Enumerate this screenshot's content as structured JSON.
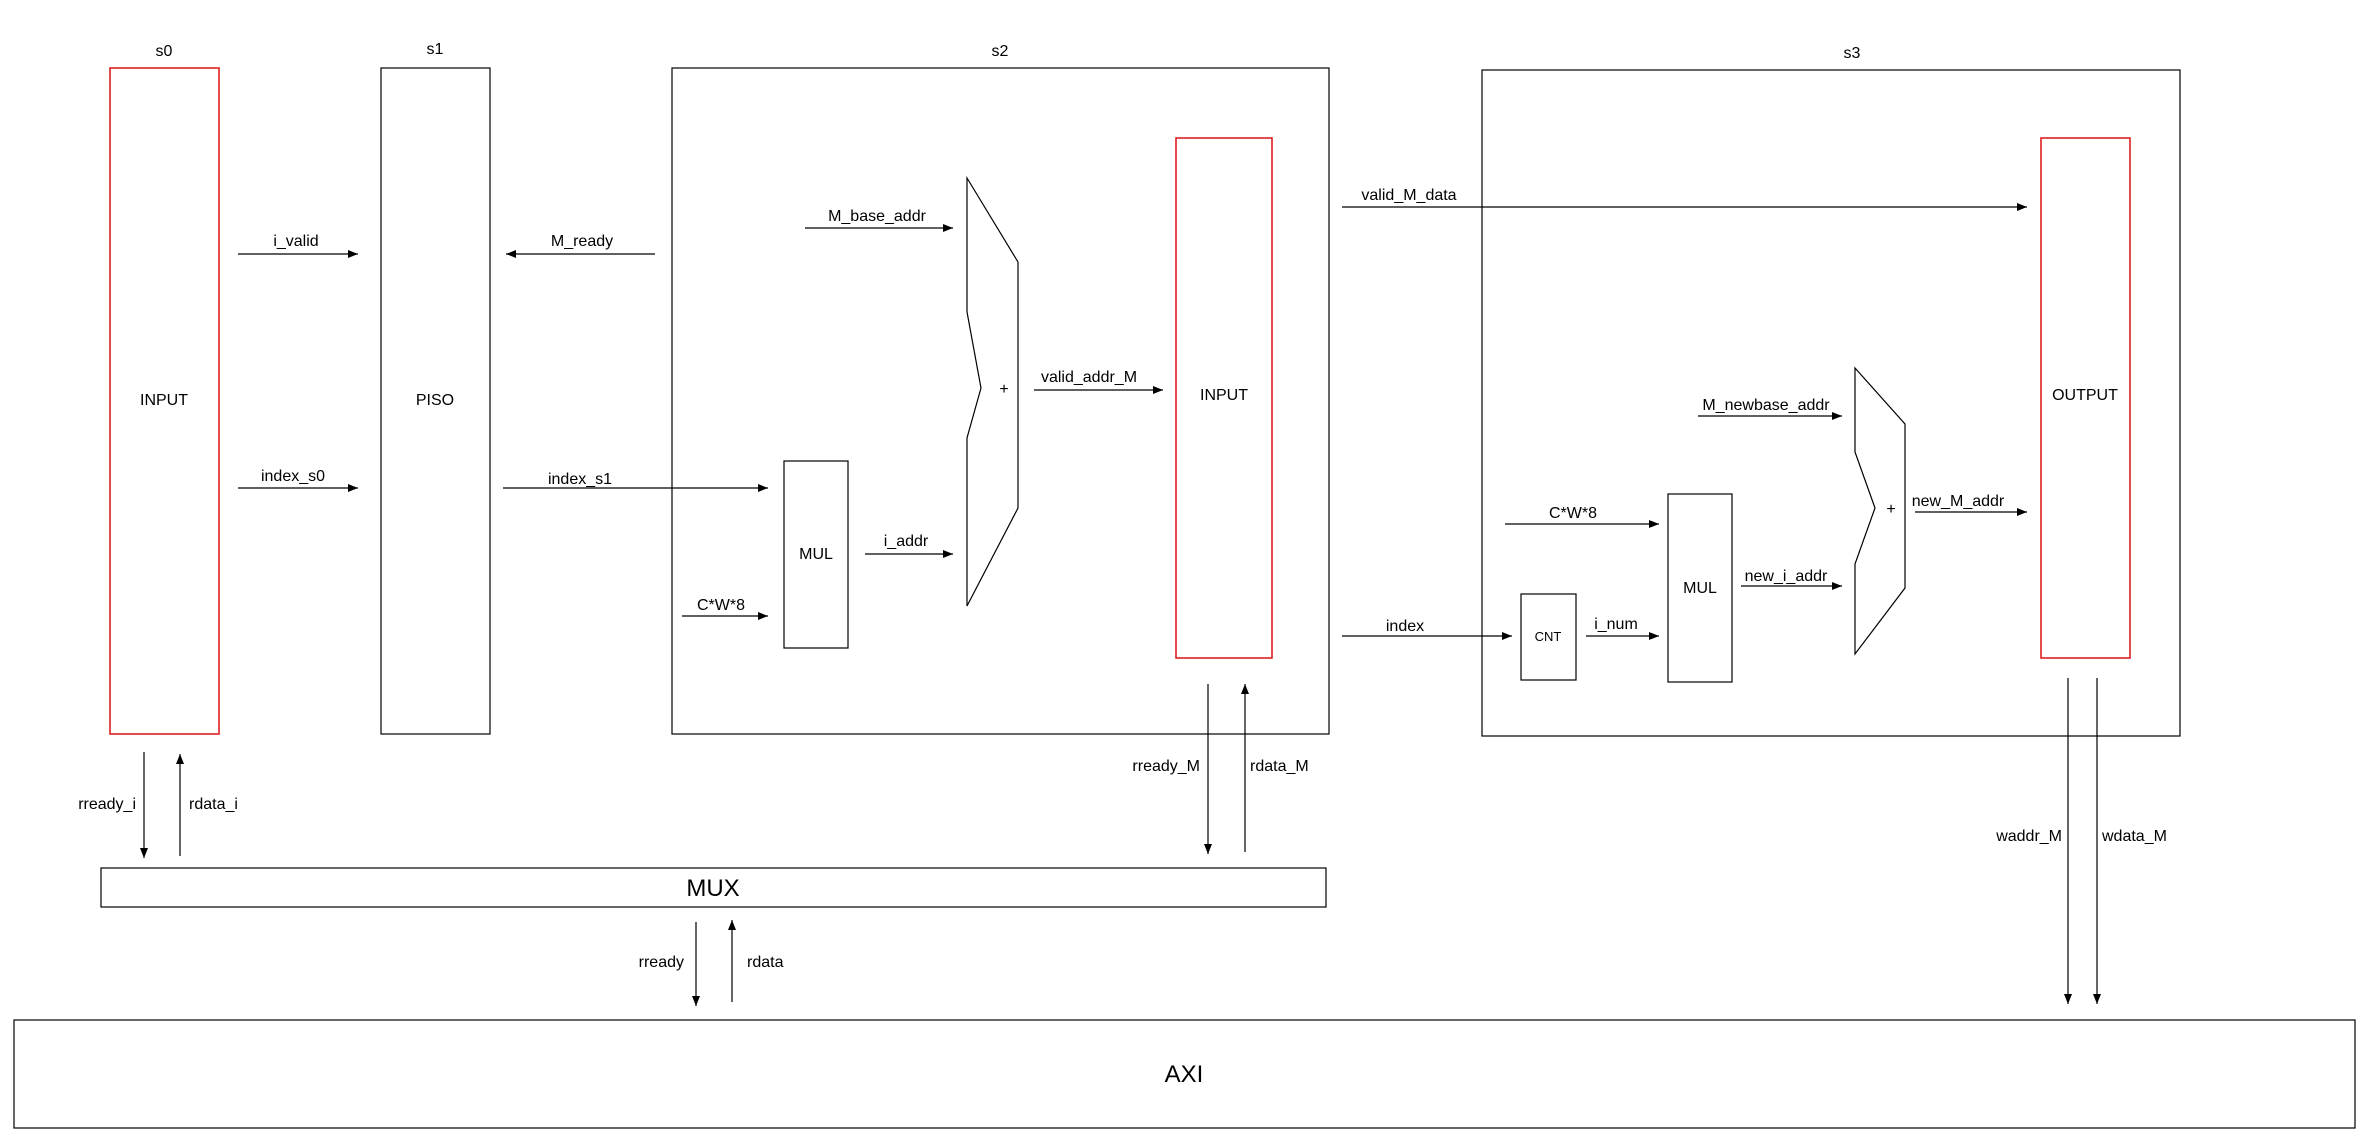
{
  "stages": {
    "s0": "s0",
    "s1": "s1",
    "s2": "s2",
    "s3": "s3"
  },
  "blocks": {
    "s0_input": "INPUT",
    "s1_piso": "PISO",
    "s2_mul": "MUL",
    "s2_adder": "+",
    "s2_input": "INPUT",
    "s3_cnt": "CNT",
    "s3_mul": "MUL",
    "s3_adder": "+",
    "s3_output": "OUTPUT",
    "mux": "MUX",
    "axi": "AXI"
  },
  "signals": {
    "i_valid": "i_valid",
    "index_s0": "index_s0",
    "m_ready": "M_ready",
    "index_s1": "index_s1",
    "m_base_addr": "M_base_addr",
    "cw8_s2": "C*W*8",
    "i_addr": "i_addr",
    "valid_addr_m": "valid_addr_M",
    "valid_m_data": "valid_M_data",
    "m_newbase_addr": "M_newbase_addr",
    "cw8_s3": "C*W*8",
    "new_m_addr": "new_M_addr",
    "index": "index",
    "i_num": "i_num",
    "new_i_addr": "new_i_addr",
    "rready_i": "rready_i",
    "rdata_i": "rdata_i",
    "rready_m": "rready_M",
    "rdata_m": "rdata_M",
    "rready": "rready",
    "rdata": "rdata",
    "waddr_m": "waddr_M",
    "wdata_m": "wdata_M"
  },
  "colors": {
    "line": "#000000",
    "highlight": "#e02020"
  }
}
